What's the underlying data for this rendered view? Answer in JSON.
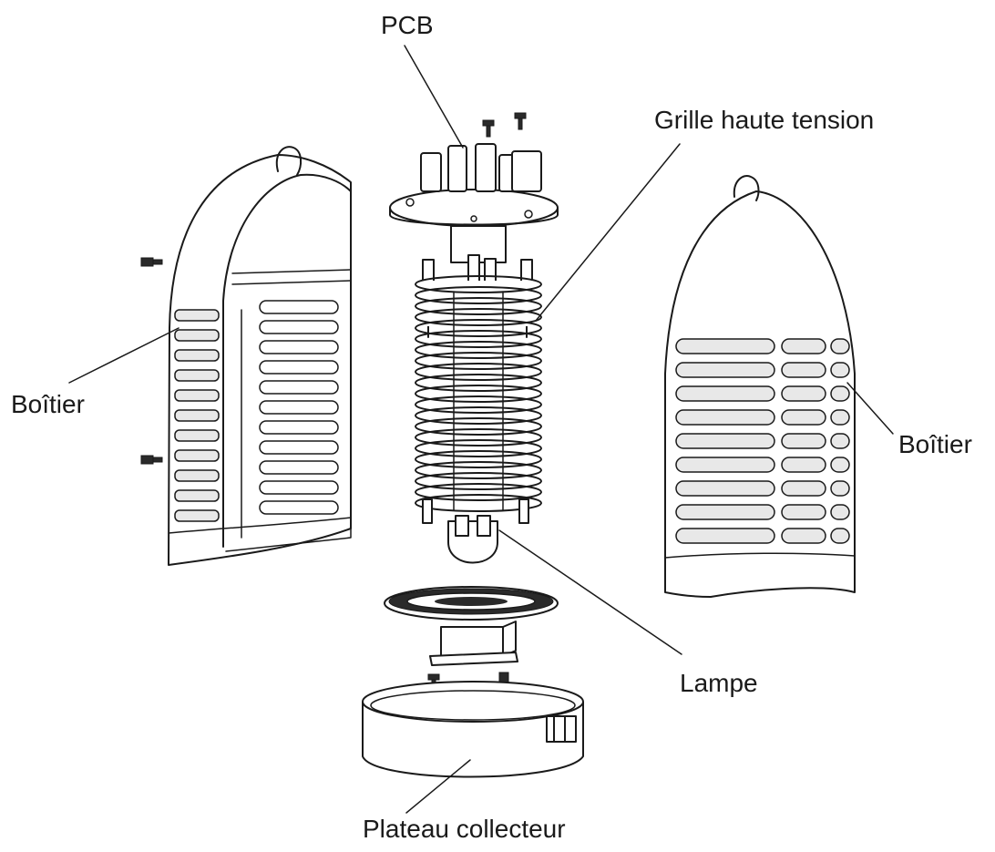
{
  "labels": {
    "pcb": "PCB",
    "grille": "Grille haute tension",
    "boitier_left": "Boîtier",
    "boitier_right": "Boîtier",
    "lampe": "Lampe",
    "plateau": "Plateau collecteur"
  },
  "colors": {
    "line": "#1a1a1a",
    "background": "#ffffff"
  }
}
